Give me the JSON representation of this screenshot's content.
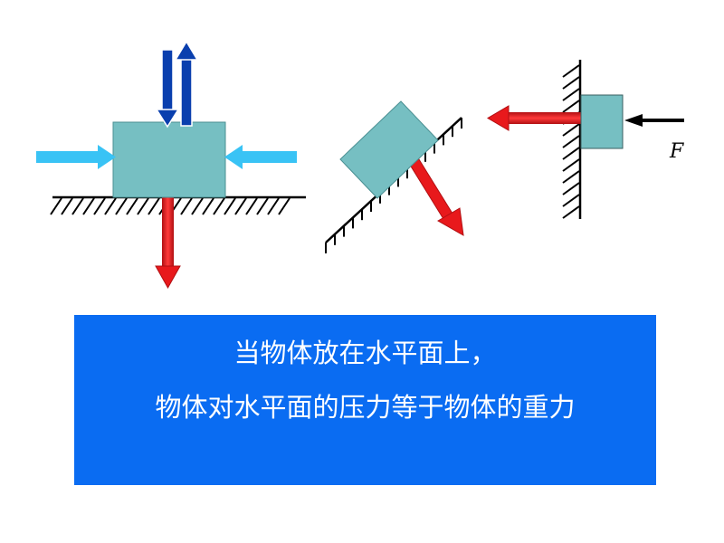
{
  "diagram": {
    "force_label": "F",
    "colors": {
      "block": "#76bfc2",
      "block_stroke": "#4a8f92",
      "red_arrow": "#e8191c",
      "light_blue_arrow": "#39c3f5",
      "dark_blue_arrow": "#0a3fae",
      "ground": "#000000"
    }
  },
  "caption": {
    "line1": "当物体放在水平面上，",
    "line2": "物体对水平面的压力等于物体的重力",
    "background": "#0a6cf2"
  }
}
